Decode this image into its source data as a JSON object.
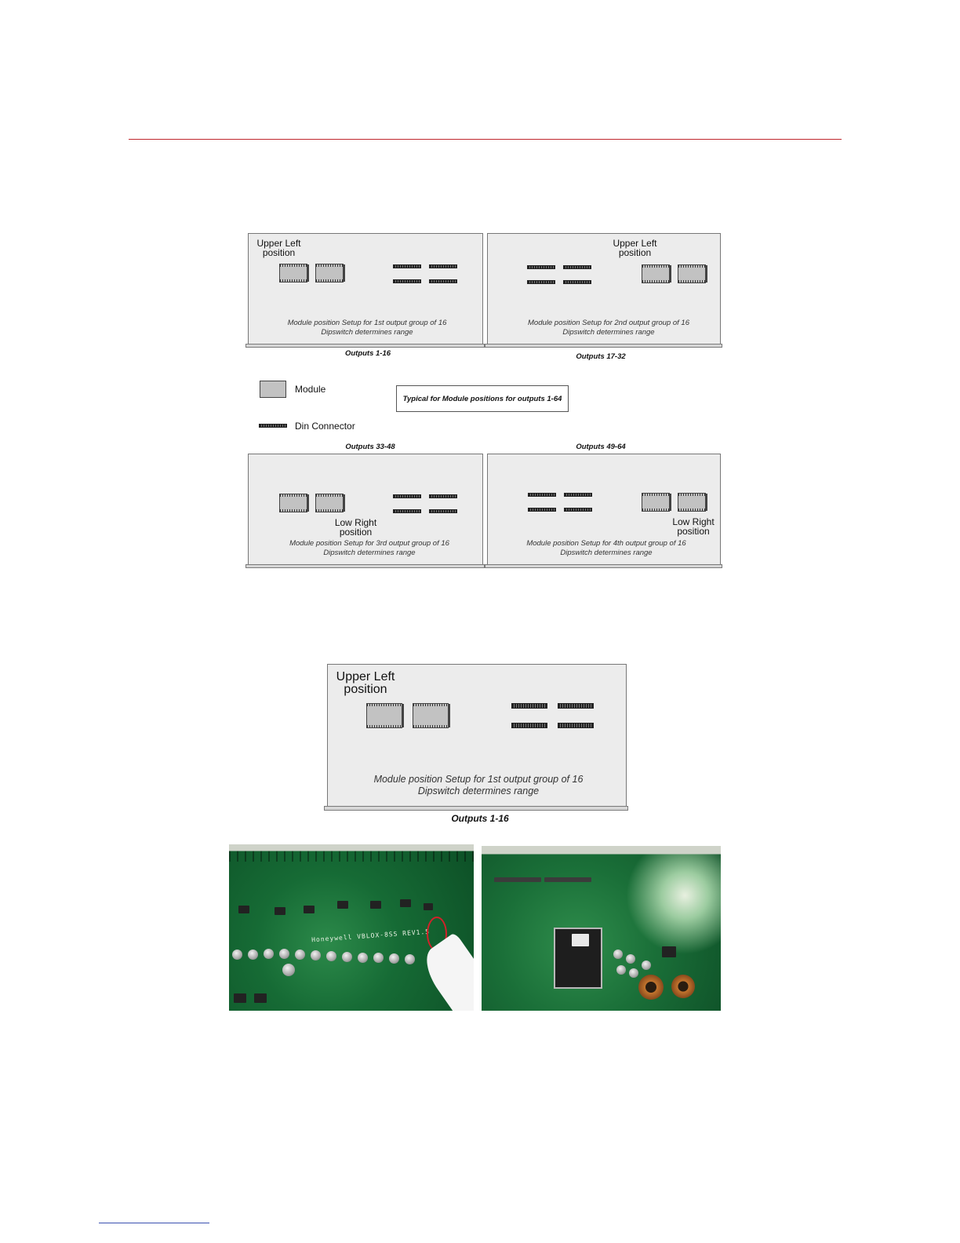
{
  "layout_diagram": {
    "panels": [
      {
        "position_label": "Upper Left\nposition",
        "caption_line1": "Module position Setup for 1st output group of 16",
        "caption_line2": "Dipswitch determines range",
        "outputs": "Outputs 1-16"
      },
      {
        "position_label": "Upper Left\nposition",
        "caption_line1": "Module position Setup for 2nd output group of 16",
        "caption_line2": "Dipswitch determines range",
        "outputs": "Outputs 17-32"
      },
      {
        "position_label": "Low Right\nposition",
        "caption_line1": "Module position Setup for 3rd output group of 16",
        "caption_line2": "Dipswitch determines range",
        "outputs": "Outputs 33-48"
      },
      {
        "position_label": "Low Right\nposition",
        "caption_line1": "Module position Setup for 4th output group of 16",
        "caption_line2": "Dipswitch determines range",
        "outputs": "Outputs 49-64"
      }
    ],
    "legend": {
      "module": "Module",
      "din_connector": "Din Connector"
    },
    "typical_note": "Typical for Module positions for outputs 1-64"
  },
  "detail_diagram": {
    "position_label_line1": "Upper Left",
    "position_label_line2": "position",
    "caption_line1": "Module position Setup for 1st output group of 16",
    "caption_line2": "Dipswitch determines range",
    "outputs": "Outputs 1-16"
  },
  "photos": {
    "left_board_text": "Honeywell VBLOX-8SS REV1.5"
  }
}
